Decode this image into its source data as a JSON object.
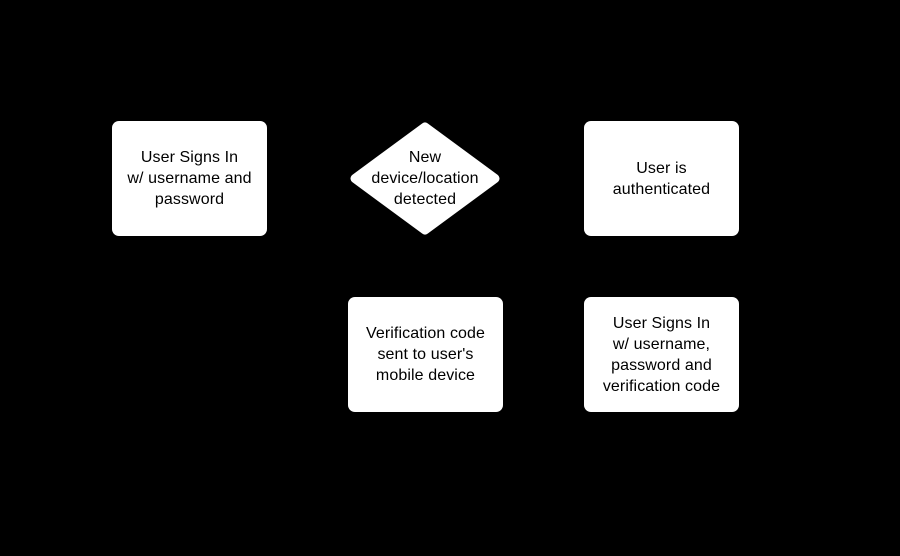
{
  "colors": {
    "background": "#000000",
    "node_fill": "#ffffff",
    "node_text": "#000000"
  },
  "nodes": [
    {
      "shape": "rectangle",
      "role": "process",
      "label": "User Signs In\nw/ username and\npassword"
    },
    {
      "shape": "diamond",
      "role": "decision",
      "label": "New\ndevice/location\ndetected"
    },
    {
      "shape": "rectangle",
      "role": "terminal",
      "label": "User is\nauthenticated"
    },
    {
      "shape": "rectangle",
      "role": "process",
      "label": "Verification code\nsent to user's\nmobile device"
    },
    {
      "shape": "rectangle",
      "role": "process",
      "label": "User Signs In\nw/ username,\npassword and\nverification code"
    }
  ]
}
